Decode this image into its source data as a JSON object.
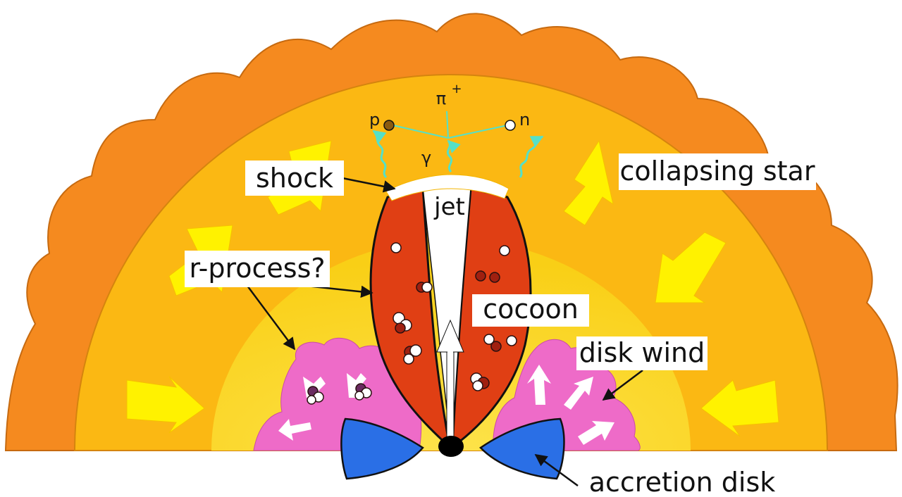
{
  "labels": {
    "shock": "shock",
    "collapsing_star": "collapsing star",
    "r_process": "r-process?",
    "cocoon": "cocoon",
    "disk_wind": "disk wind",
    "accretion_disk": "accretion disk",
    "jet": "jet"
  },
  "particles": {
    "pion": "π",
    "pion_charge": "+",
    "proton": "p",
    "neutron": "n",
    "photon": "γ"
  },
  "colors": {
    "outer_envelope": "#f58a1f",
    "star_body": "#fbb813",
    "inner_glow": "#f9d81a",
    "inflow_arrow": "#fff200",
    "cocoon": "#e03f14",
    "jet": "#ffffff",
    "disk_wind": "#ee6bc8",
    "accretion_disk": "#2a6fe6",
    "photon_wave": "#55e0c8",
    "black_hole": "#000000"
  }
}
